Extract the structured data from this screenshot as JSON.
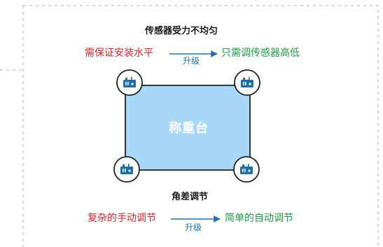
{
  "top_section": {
    "title": "传感器受力不均匀",
    "left_text": "需保证安装水平",
    "arrow_label": "升级",
    "right_text": "只需调传感器高低"
  },
  "platform": {
    "label": "称重台",
    "fill_color": "#a8d8f8",
    "sensor_icon": "sensor-device-icon"
  },
  "bottom_section": {
    "title": "角差调节",
    "left_text": "复杂的手动调节",
    "arrow_label": "升级",
    "right_text": "简单的自动调节"
  },
  "colors": {
    "red": "#e0262b",
    "green": "#1e9b45",
    "blue": "#1c72b8",
    "sensor_blue": "#1a6fae",
    "border_dash": "#bdbdbd"
  }
}
